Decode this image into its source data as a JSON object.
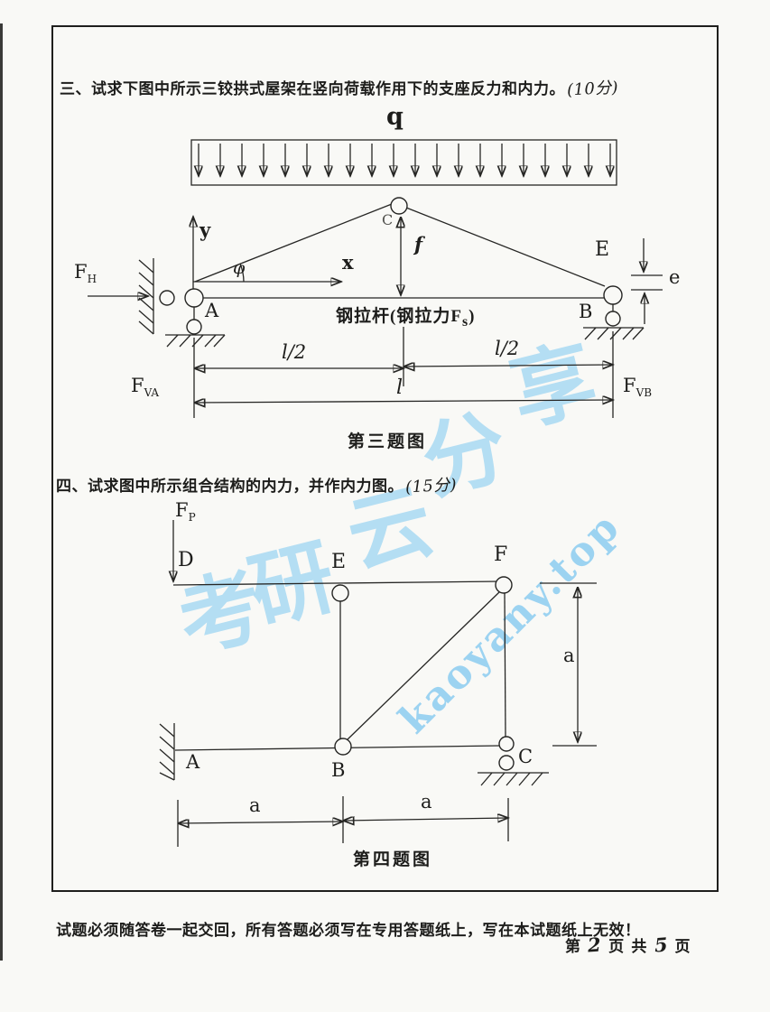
{
  "problem3": {
    "heading": "三、试求下图中所示三铰拱式屋架在竖向荷载作用下的支座反力和内力。",
    "score": "(10分)",
    "caption": "第三题图",
    "labels": {
      "q": "q",
      "y": "y",
      "x": "x",
      "phi": "φ",
      "C": "C",
      "f": "f",
      "E": "E",
      "e": "e",
      "A": "A",
      "B": "B",
      "half_span_left": "l/2",
      "half_span_right": "l/2",
      "span": "l"
    },
    "tie_rod": {
      "pre": "钢拉杆(钢拉力F",
      "sub": "s",
      "post": ")"
    },
    "forces": {
      "FH": {
        "m": "F",
        "s": "H"
      },
      "FVA": {
        "m": "F",
        "s": "VA"
      },
      "FVB": {
        "m": "F",
        "s": "VB"
      }
    }
  },
  "problem4": {
    "heading": "四、试求图中所示组合结构的内力，并作内力图。",
    "score": "(15分)",
    "caption": "第四题图",
    "labels": {
      "A": "A",
      "B": "B",
      "C": "C",
      "D": "D",
      "E": "E",
      "F": "F",
      "a_right": "a",
      "a_left": "a",
      "a_mid": "a"
    },
    "force_FP": {
      "m": "F",
      "s": "P"
    }
  },
  "watermark": {
    "chars": [
      "考",
      "研",
      "云",
      "分",
      "享"
    ],
    "site": "kaoyany.top",
    "color": "#a9daf3"
  },
  "footer": {
    "notice": "试题必须随答卷一起交回，所有答题必须写在专用答题纸上，写在本试题纸上无效！",
    "page": {
      "pre": "第",
      "num": "2",
      "mid": "页 共",
      "total": "5",
      "suf": "页"
    }
  }
}
